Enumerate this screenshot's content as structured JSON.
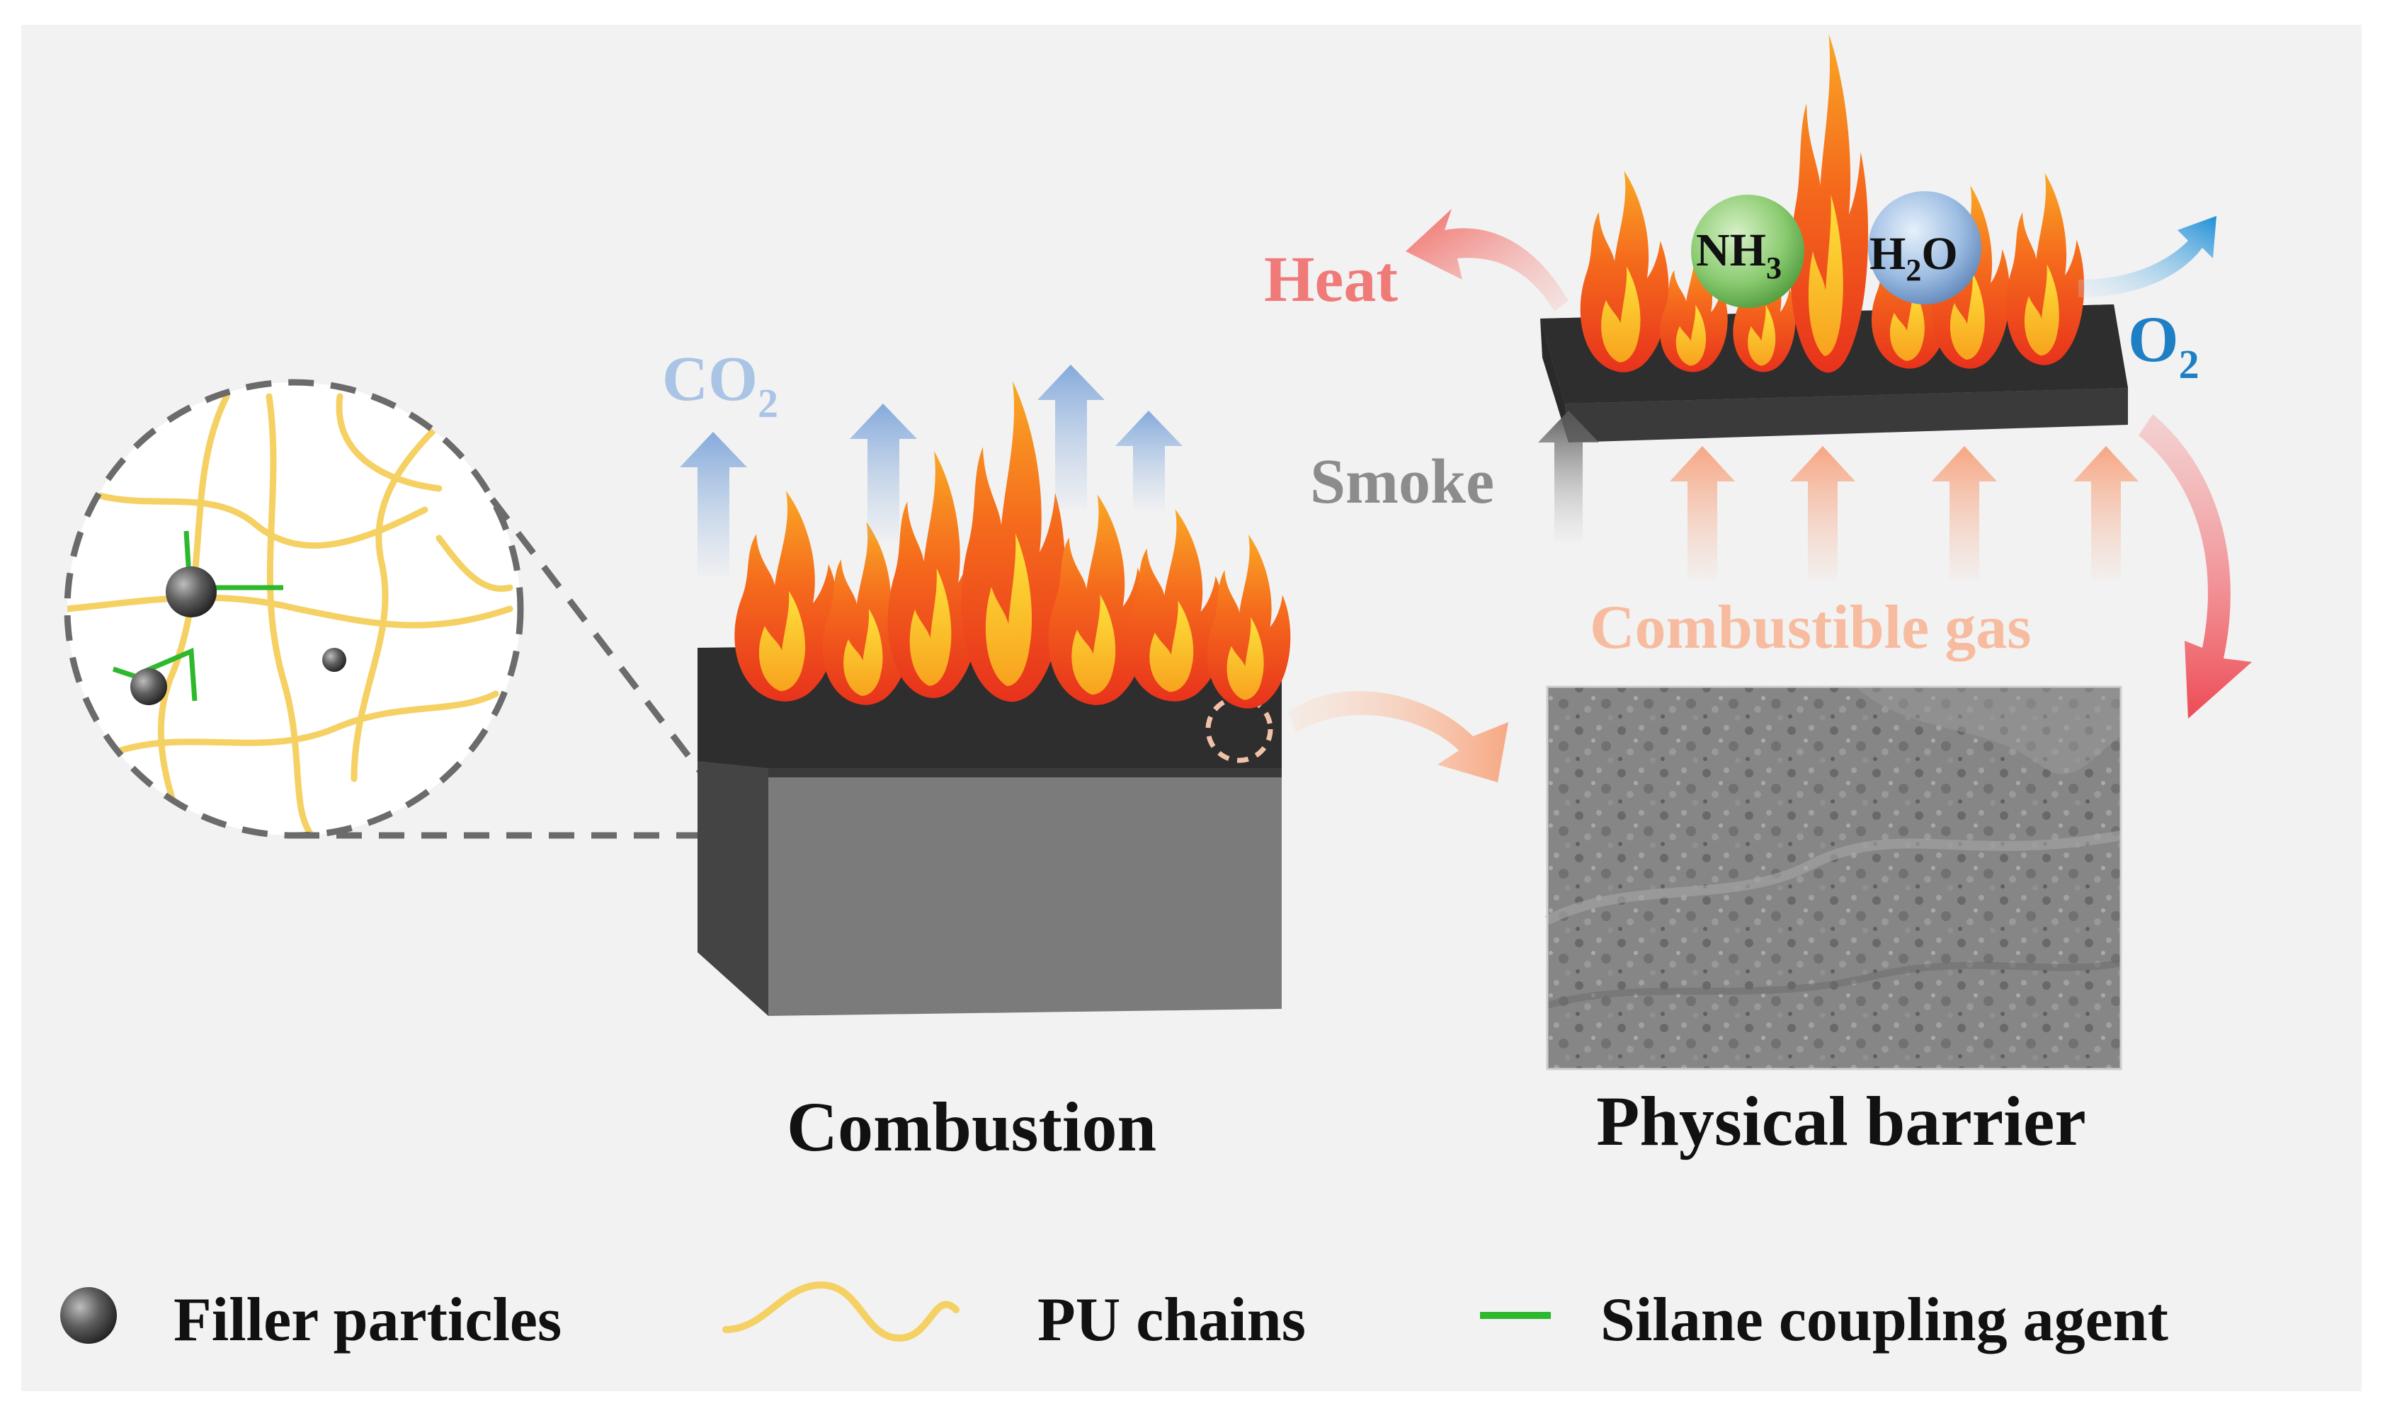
{
  "labels": {
    "co2": "CO",
    "co2_sub": "2",
    "heat": "Heat",
    "nh3": "NH",
    "nh3_sub": "3",
    "h2o_h": "H",
    "h2o_sub": "2",
    "h2o_o": "O",
    "o2": "O",
    "o2_sub": "2",
    "smoke": "Smoke",
    "combustible_gas": "Combustible gas",
    "combustion": "Combustion",
    "physical_barrier": "Physical barrier"
  },
  "legend": {
    "filler": "Filler particles",
    "pu": "PU chains",
    "silane": "Silane coupling agent"
  },
  "colors": {
    "panel_bg": "#f2f2f2",
    "co2": "#aac4e6",
    "heat": "#f07a78",
    "o2": "#1f7fc4",
    "smoke": "#8c8c8c",
    "combustible_gas": "#f7bca0",
    "pu_chain": "#f5d062",
    "silane": "#2eb82e",
    "block_front": "#7b7b7b",
    "block_side": "#444444",
    "block_top": "#2e2e2e"
  }
}
